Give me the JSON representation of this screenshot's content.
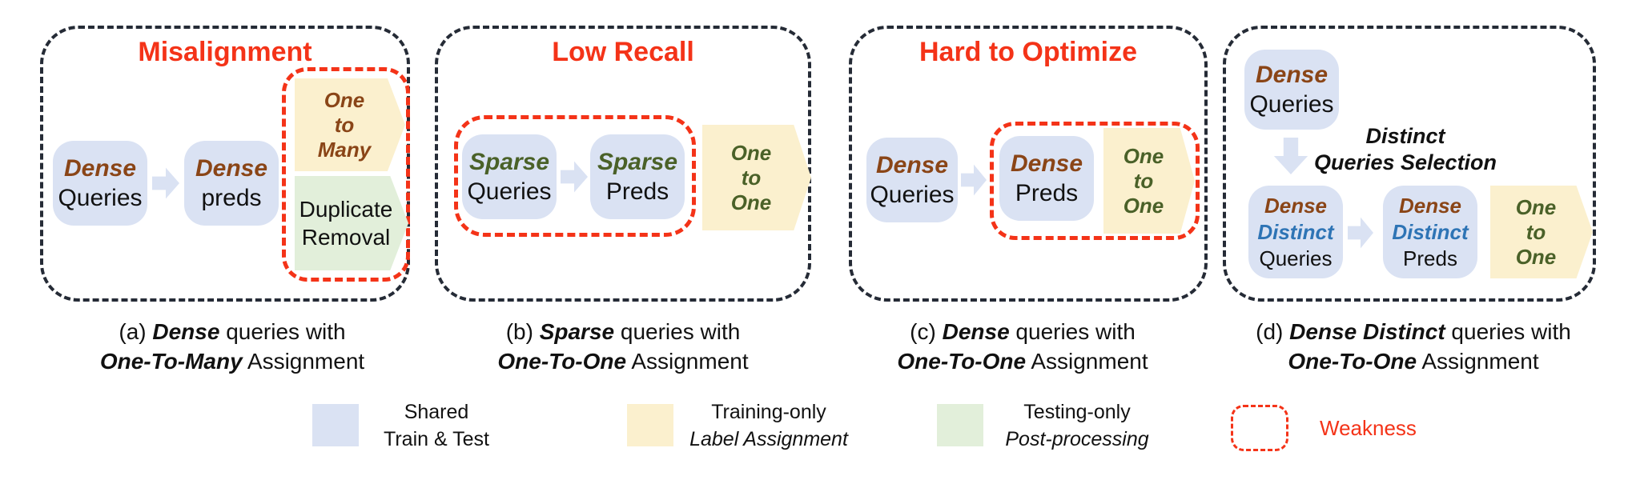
{
  "colors": {
    "box_blue": "#DAE2F3",
    "pent_yellow": "#FBF0CE",
    "pent_green": "#E2EFDA",
    "text_brown": "#8A4517",
    "text_green": "#4A6128",
    "text_blue": "#2E74B5",
    "red": "#F43318",
    "border_dark": "#252B36",
    "text_black": "#111111"
  },
  "panel_a": {
    "title": "Misalignment",
    "box1": {
      "l1": "Dense",
      "l2": "Queries"
    },
    "box2": {
      "l1": "Dense",
      "l2": "preds"
    },
    "pent_one_to_many": {
      "l1": "One",
      "l2": "to",
      "l3": "Many"
    },
    "pent_duplicate": {
      "l1": "Duplicate",
      "l2": "Removal"
    },
    "caption": {
      "pre": "(a) ",
      "kw1": "Dense",
      "mid": " queries with",
      "kw2": "One-To-Many",
      "post": " Assignment"
    }
  },
  "panel_b": {
    "title": "Low Recall",
    "box1": {
      "l1": "Sparse",
      "l2": "Queries"
    },
    "box2": {
      "l1": "Sparse",
      "l2": "Preds"
    },
    "pent_one_to_one": {
      "l1": "One",
      "l2": "to",
      "l3": "One"
    },
    "caption": {
      "pre": "(b) ",
      "kw1": "Sparse",
      "mid": " queries with",
      "kw2": "One-To-One",
      "post": " Assignment"
    }
  },
  "panel_c": {
    "title": "Hard to Optimize",
    "box1": {
      "l1": "Dense",
      "l2": "Queries"
    },
    "box2": {
      "l1": "Dense",
      "l2": "Preds"
    },
    "pent_one_to_one": {
      "l1": "One",
      "l2": "to",
      "l3": "One"
    },
    "caption": {
      "pre": "(c) ",
      "kw1": "Dense",
      "mid": " queries with",
      "kw2": "One-To-One",
      "post": " Assignment"
    }
  },
  "panel_d": {
    "box_top": {
      "l1": "Dense",
      "l2": "Queries"
    },
    "selection_label": {
      "l1": "Distinct",
      "l2": "Queries Selection"
    },
    "box1": {
      "l1": "Dense",
      "l2": "Distinct",
      "l3": "Queries"
    },
    "box2": {
      "l1": "Dense",
      "l2": "Distinct",
      "l3": "Preds"
    },
    "pent_one_to_one": {
      "l1": "One",
      "l2": "to",
      "l3": "One"
    },
    "caption": {
      "pre": "(d) ",
      "kw1": "Dense Distinct",
      "mid": " queries with",
      "kw2": "One-To-One",
      "post": " Assignment"
    }
  },
  "legend": {
    "shared": {
      "l1": "Shared",
      "l2": "Train & Test"
    },
    "training": {
      "l1": "Training-only",
      "l2": "Label Assignment"
    },
    "testing": {
      "l1": "Testing-only",
      "l2": "Post-processing"
    },
    "weakness": "Weakness"
  }
}
